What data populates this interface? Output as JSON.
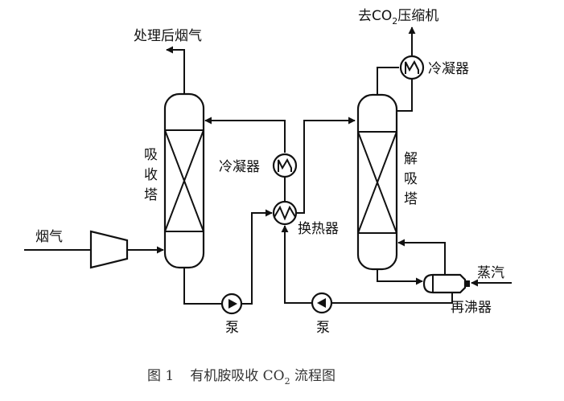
{
  "labels": {
    "treated_gas": "处理后烟气",
    "to_compressor_prefix": "去CO",
    "to_compressor_sub": "2",
    "to_compressor_suffix": "压缩机",
    "condenser_top": "冷凝器",
    "condenser_mid": "冷凝器",
    "absorber": [
      "吸",
      "收",
      "塔"
    ],
    "stripper": [
      "解",
      "吸",
      "塔"
    ],
    "heat_exchanger": "换热器",
    "flue_gas": "烟气",
    "pump_left": "泵",
    "pump_right": "泵",
    "steam": "蒸汽",
    "reboiler": "再沸器"
  },
  "caption": {
    "fig": "图 1",
    "title_prefix": "有机胺吸收 CO",
    "title_sub": "2",
    "title_suffix": " 流程图"
  }
}
